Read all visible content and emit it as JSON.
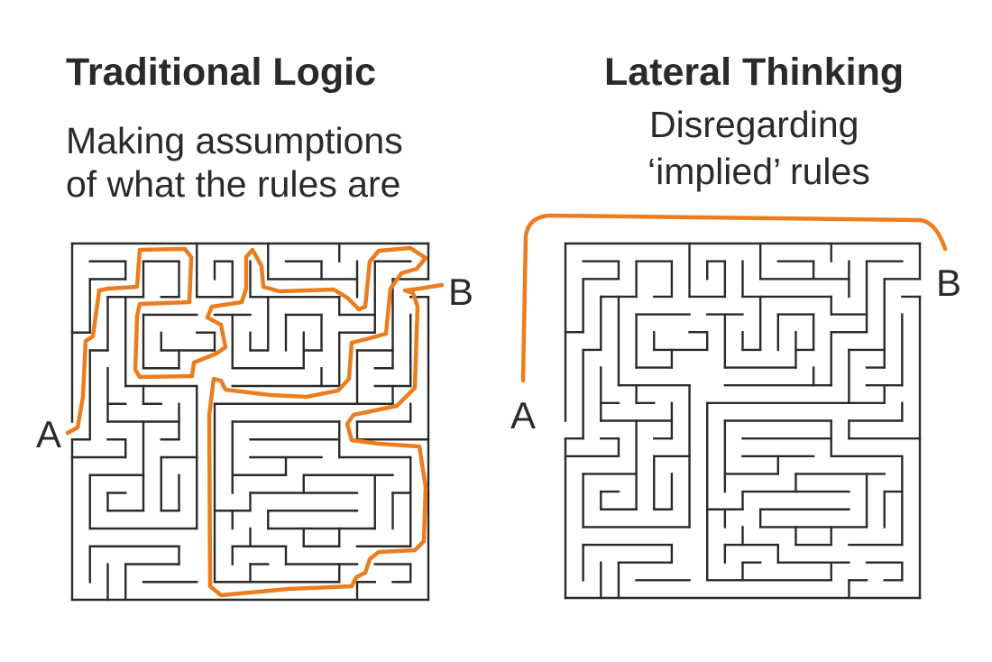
{
  "left_panel": {
    "title": "Traditional Logic",
    "subtitle_line1": "Making assumptions",
    "subtitle_line2": "of what the rules are",
    "start_label": "A",
    "end_label": "B"
  },
  "right_panel": {
    "title": "Lateral Thinking",
    "subtitle_line1": "Disregarding",
    "subtitle_line2": "‘implied’ rules",
    "start_label": "A",
    "end_label": "B"
  },
  "colors": {
    "path": "#ec7d1e",
    "ink": "#2b2a29",
    "background": "#ffffff"
  }
}
